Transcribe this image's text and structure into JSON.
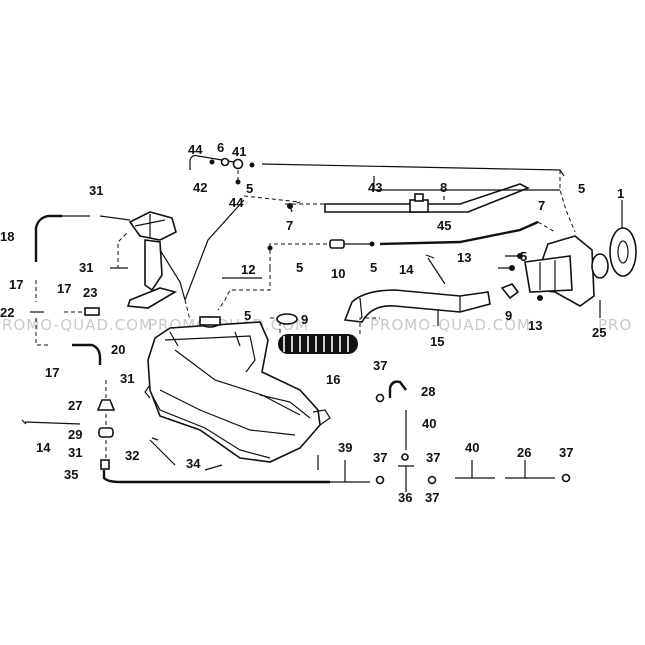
{
  "watermark": "PROMO-QUAD.COM",
  "callouts": [
    "1",
    "5",
    "6",
    "7",
    "8",
    "9",
    "10",
    "12",
    "13",
    "14",
    "15",
    "16",
    "17",
    "18",
    "20",
    "22",
    "23",
    "25",
    "26",
    "27",
    "28",
    "29",
    "31",
    "32",
    "34",
    "35",
    "36",
    "37",
    "39",
    "40",
    "41",
    "42",
    "43",
    "44",
    "45"
  ],
  "colors": {
    "ink": "#111111",
    "watermark": "#c9c9c9",
    "background": "#ffffff"
  }
}
